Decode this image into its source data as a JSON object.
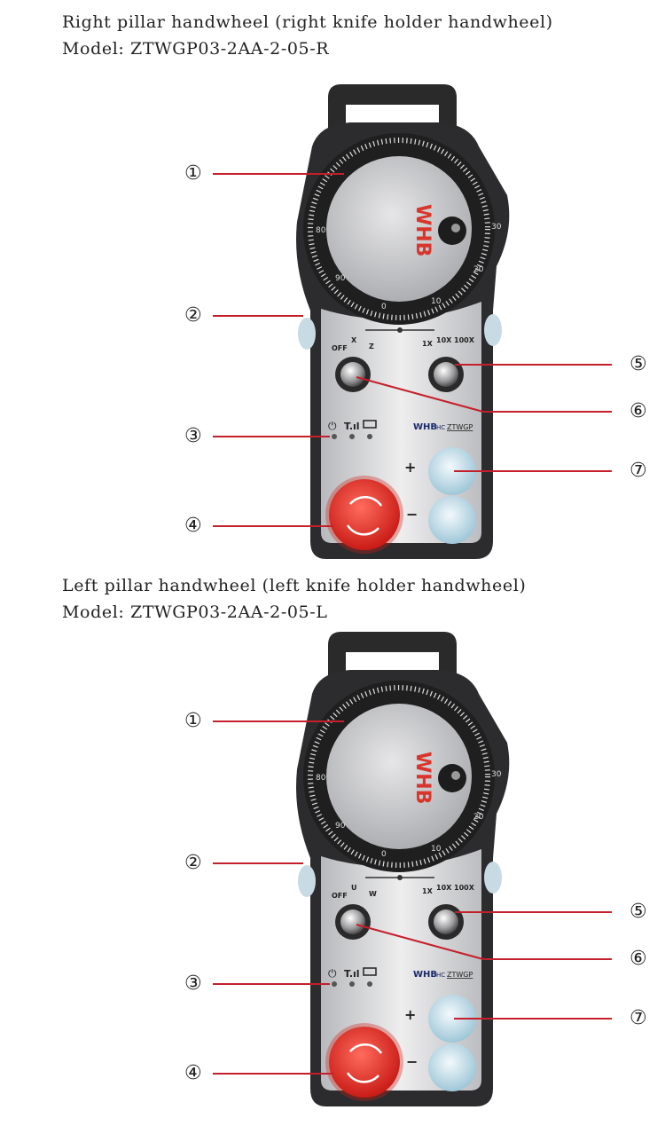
{
  "sections": [
    {
      "title": "Right  pillar handwheel (right knife holder handwheel)",
      "model": "Model: ZTWGP03-2AA-2-05-R",
      "axis_labels": [
        "OFF",
        "X",
        "Z"
      ],
      "rate_labels": [
        "1X",
        "10X",
        "100X"
      ],
      "brand": "WHB",
      "brand_sub": "HC",
      "model_badge": "ZTWGP",
      "dial_numbers": [
        "0",
        "10",
        "20",
        "30",
        "80",
        "90"
      ],
      "plus": "+",
      "minus": "−"
    },
    {
      "title": "Left   pillar handwheel (left knife holder handwheel)",
      "model": "Model: ZTWGP03-2AA-2-05-L",
      "axis_labels": [
        "OFF",
        "U",
        "W"
      ],
      "rate_labels": [
        "1X",
        "10X",
        "100X"
      ],
      "brand": "WHB",
      "brand_sub": "HC",
      "model_badge": "ZTWGP",
      "dial_numbers": [
        "0",
        "10",
        "20",
        "30",
        "80",
        "90"
      ],
      "plus": "+",
      "minus": "−"
    }
  ],
  "callouts": [
    "①",
    "②",
    "③",
    "④",
    "⑤",
    "⑥",
    "⑦"
  ],
  "colors": {
    "leader": "#c41f2b",
    "body": "#2a2a2a",
    "panel": "#d9dadc",
    "estop": "#e8322b"
  }
}
